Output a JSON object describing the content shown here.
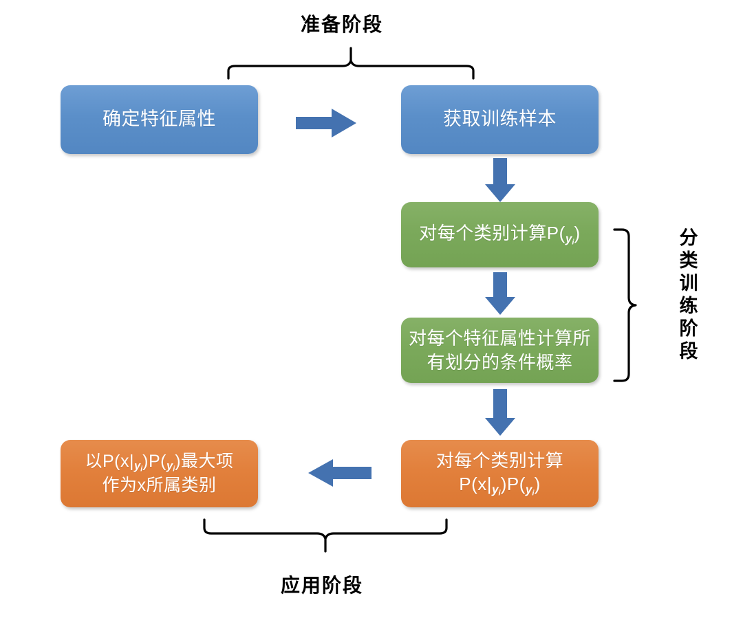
{
  "diagram": {
    "title_top": "准备阶段",
    "title_bottom": "应用阶段",
    "title_right": "分类训练阶段",
    "colors": {
      "blue": "#5B8FC9",
      "green": "#7BA95B",
      "orange": "#E2803C",
      "arrow": "#4472B0",
      "brace": "#000000",
      "text_on_node": "#FFFFFF",
      "label_text": "#000000",
      "background": "#FFFFFF"
    },
    "nodes": [
      {
        "id": "determine-feature-attributes",
        "color": "blue",
        "lines": [
          "确定特征属性"
        ],
        "plain_text": "确定特征属性"
      },
      {
        "id": "obtain-training-samples",
        "color": "blue",
        "lines": [
          "获取训练样本"
        ],
        "plain_text": "获取训练样本"
      },
      {
        "id": "compute-class-prior",
        "color": "green",
        "lines": [
          "对每个类别计算P(yi)"
        ],
        "plain_text": "对每个类别计算P(yi)"
      },
      {
        "id": "compute-conditional-probabilities",
        "color": "green",
        "lines": [
          "对每个特征属性计算所",
          "有划分的条件概率"
        ],
        "plain_text": "对每个特征属性计算所有划分的条件概率"
      },
      {
        "id": "compute-posterior",
        "color": "orange",
        "lines": [
          "对每个类别计算",
          "P(x|yi)P(yi)"
        ],
        "plain_text": "对每个类别计算 P(x|yi)P(yi)"
      },
      {
        "id": "assign-max-class",
        "color": "orange",
        "lines": [
          "以P(x|yi)P(yi)最大项",
          "作为x所属类别"
        ],
        "plain_text": "以P(x|yi)P(yi)最大项作为x所属类别"
      }
    ],
    "arrows": [
      {
        "id": "arrow-right-top",
        "direction": "right"
      },
      {
        "id": "arrow-down-1",
        "direction": "down"
      },
      {
        "id": "arrow-down-2",
        "direction": "down"
      },
      {
        "id": "arrow-down-3",
        "direction": "down"
      },
      {
        "id": "arrow-left-bottom",
        "direction": "left"
      }
    ],
    "braces": [
      {
        "id": "brace-preparation",
        "orientation": "up"
      },
      {
        "id": "brace-training",
        "orientation": "right"
      },
      {
        "id": "brace-application",
        "orientation": "down"
      }
    ]
  }
}
